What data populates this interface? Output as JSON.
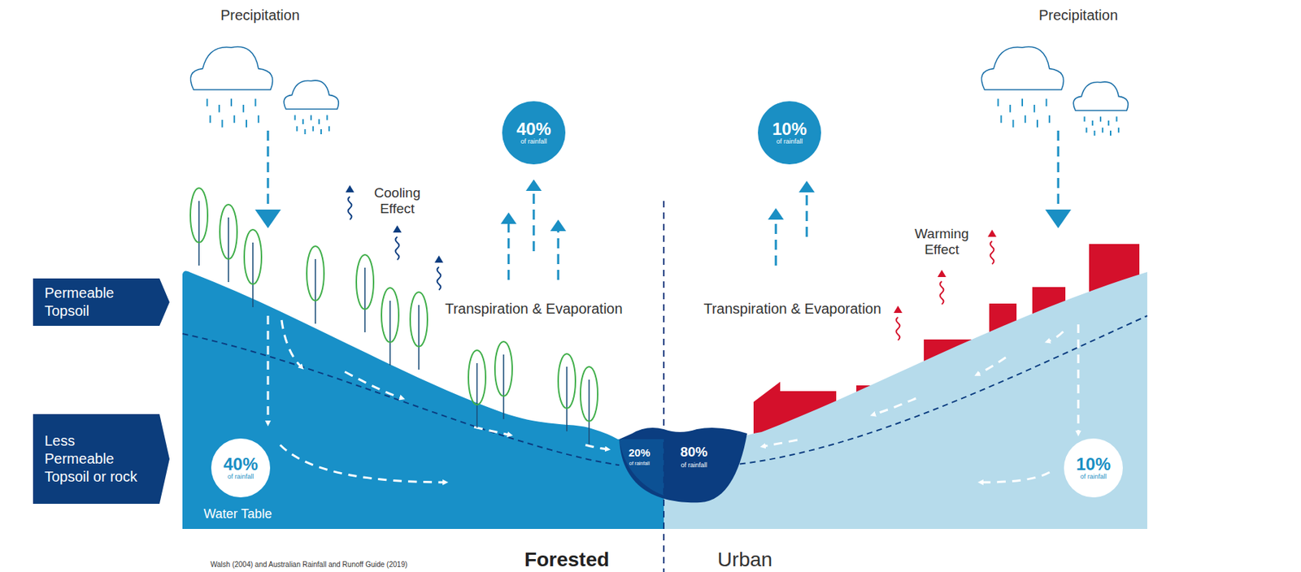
{
  "diagram": {
    "nodes": [
      {
        "text": [
          "Permeable Topsoil"
        ]
      },
      {
        "text": [
          "40%",
          "of rainfall"
        ]
      },
      {
        "text": [
          "10%",
          "of rainfall"
        ]
      },
      {
        "text": [
          "Less Permeable Topsoil or rock"
        ]
      },
      {
        "text": [
          "40%",
          "of rainfall"
        ]
      },
      {
        "text": [
          "10%",
          "of rainfall"
        ]
      }
    ],
    "labels": [
      "Precipitation",
      "Precipitation",
      "Cooling Effect",
      "Transpiration & Evaporation",
      "Transpiration & Evaporation",
      "Warming Effect",
      "20%",
      "of rainfall",
      "80%",
      "of rainfall",
      "Water Table",
      "Walsh (2004) and Australian Rainfall and Runoff Guide (2019)",
      "Forested",
      "Urban"
    ]
  }
}
